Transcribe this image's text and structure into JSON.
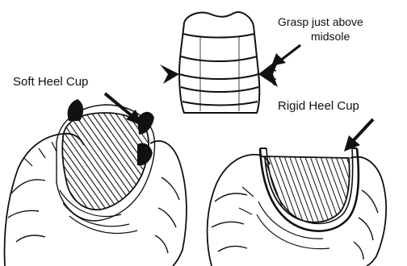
{
  "labels": {
    "grasp_line1": "Grasp just above",
    "grasp_line2": "midsole",
    "soft_heel_cup": "Soft Heel Cup",
    "rigid_heel_cup": "Rigid Heel Cup"
  },
  "colors": {
    "ink": "#111111",
    "paper": "#ffffff"
  }
}
